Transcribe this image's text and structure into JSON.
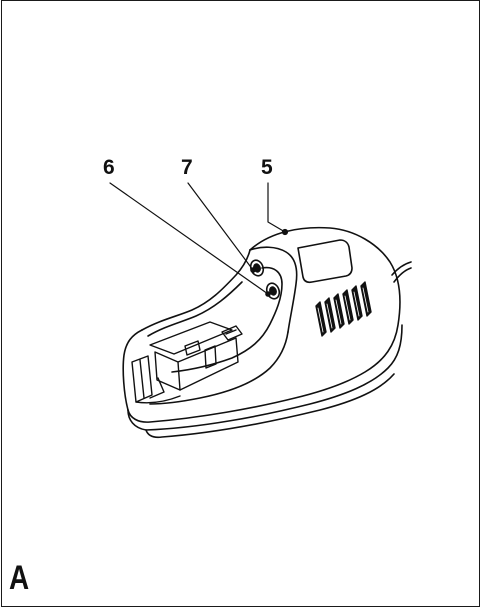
{
  "figure": {
    "label": "A",
    "callouts": {
      "c6": "6",
      "c7": "7",
      "c5": "5"
    }
  },
  "colors": {
    "ink": "#111111",
    "paper": "#ffffff"
  }
}
